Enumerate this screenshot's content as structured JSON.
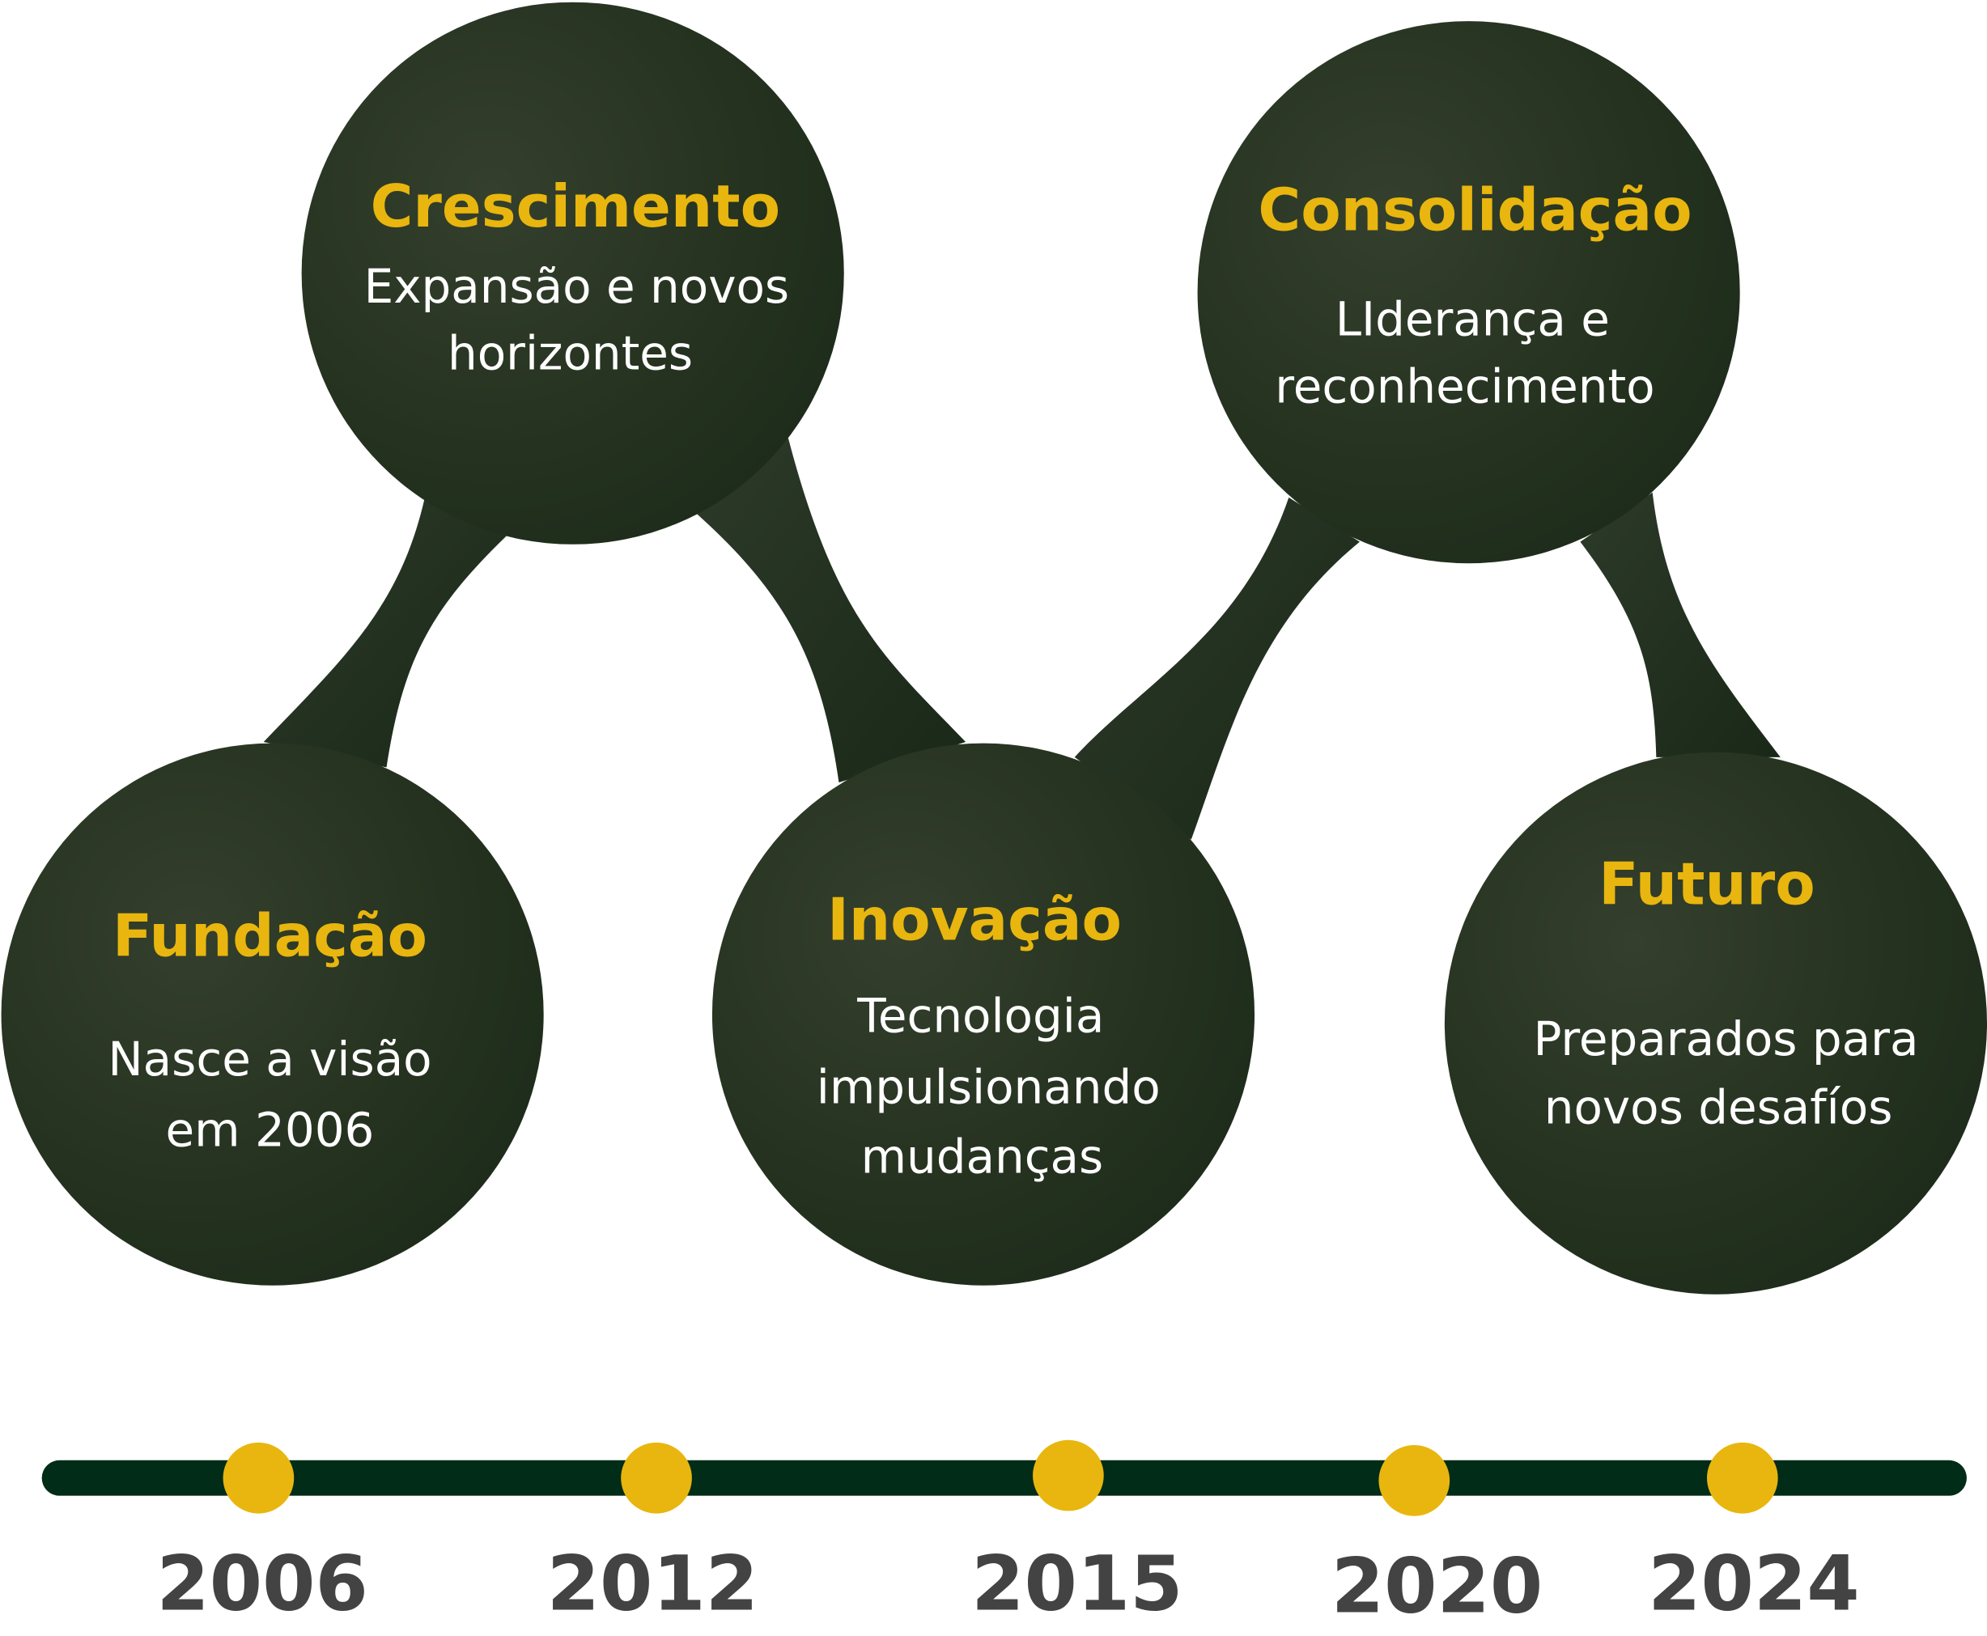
{
  "colors": {
    "node_fill": "#24321f",
    "accent": "#e8b60e",
    "timeline": "#012c17",
    "year_text": "#434343"
  },
  "milestones": [
    {
      "title": "Fundação",
      "lines": [
        "Nasce a visão",
        "em 2006"
      ],
      "year": "2006"
    },
    {
      "title": "Crescimento",
      "lines": [
        "Expansão e novos",
        "horizontes"
      ],
      "year": "2012"
    },
    {
      "title": "Inovação",
      "lines": [
        "Tecnologia",
        "impulsionando",
        "mudanças"
      ],
      "year": "2015"
    },
    {
      "title": "Consolidação",
      "lines": [
        "LIderança e",
        "reconhecimento"
      ],
      "year": "2020"
    },
    {
      "title": "Futuro",
      "lines": [
        "Preparados para",
        "novos desafíos"
      ],
      "year": "2024"
    }
  ]
}
